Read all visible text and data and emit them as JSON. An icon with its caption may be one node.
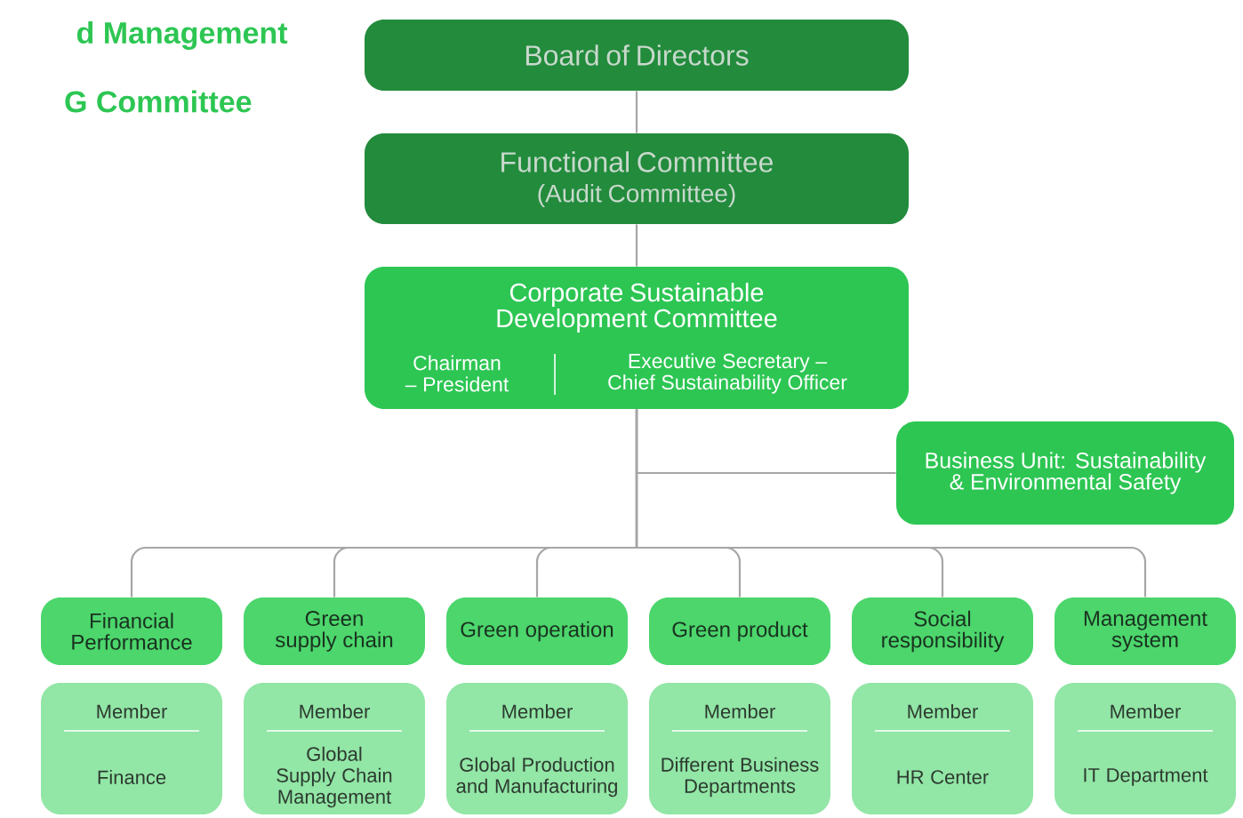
{
  "diagram": {
    "nodes": [
      {
        "text": [
          "Board of Directors"
        ]
      },
      {
        "text": [
          "Functional Committee",
          "(Audit Committee)"
        ]
      },
      {
        "text": [
          "Corporate Sustainable Development Committee",
          "Chairman – President",
          "Executive Secretary – Chief Sustainability Officer"
        ]
      },
      {
        "text": [
          "Business Unit: Sustainability & Environmental Safety"
        ]
      },
      {
        "text": [
          "Financial Performance"
        ]
      },
      {
        "text": [
          "Green supply chain"
        ]
      },
      {
        "text": [
          "Green operation"
        ]
      },
      {
        "text": [
          "Green product"
        ]
      },
      {
        "text": [
          "Social responsibility"
        ]
      },
      {
        "text": [
          "Management system"
        ]
      },
      {
        "text": [
          "Member",
          "Finance"
        ]
      },
      {
        "text": [
          "Member",
          "Global Supply Chain Management"
        ]
      },
      {
        "text": [
          "Member",
          "Global Production and Manufacturing"
        ]
      },
      {
        "text": [
          "Member",
          "Different Business Departments"
        ]
      },
      {
        "text": [
          "Member",
          "HR Center"
        ]
      },
      {
        "text": [
          "Member",
          "IT Department"
        ]
      }
    ],
    "edges": [
      {
        "from": 0,
        "to": 1,
        "arrow": "none"
      },
      {
        "from": 1,
        "to": 2,
        "arrow": "none"
      },
      {
        "from": 2,
        "to": 3,
        "arrow": "none"
      },
      {
        "from": 2,
        "to": 4,
        "arrow": "none"
      },
      {
        "from": 2,
        "to": 5,
        "arrow": "none"
      },
      {
        "from": 2,
        "to": 6,
        "arrow": "none"
      },
      {
        "from": 2,
        "to": 7,
        "arrow": "none"
      },
      {
        "from": 2,
        "to": 8,
        "arrow": "none"
      },
      {
        "from": 2,
        "to": 9,
        "arrow": "none"
      }
    ],
    "labels": [
      "d Management",
      "G Committee"
    ]
  }
}
